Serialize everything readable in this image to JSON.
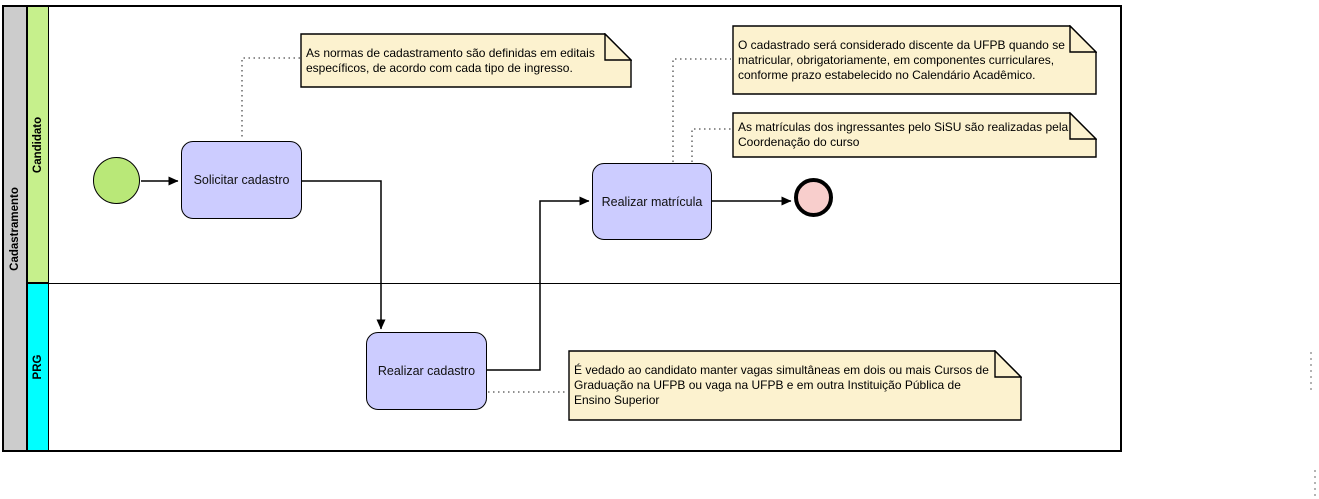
{
  "pool": {
    "label": "Cadastramento"
  },
  "lanes": [
    {
      "label": "Candidato"
    },
    {
      "label": "PRG"
    }
  ],
  "tasks": [
    {
      "label": "Solicitar cadastro"
    },
    {
      "label": "Realizar matrícula"
    },
    {
      "label": "Realizar cadastro"
    }
  ],
  "notes": [
    {
      "text": "As normas de cadastramento são definidas em editais específicos, de acordo com cada tipo de ingresso."
    },
    {
      "text": "O cadastrado será considerado discente da UFPB quando se matricular, obrigatoriamente, em componentes curriculares, conforme prazo estabelecido no Calendário Acadêmico."
    },
    {
      "text": "As matrículas dos ingressantes pelo SiSU são realizadas pela Coordenação do curso"
    },
    {
      "text": "É vedado ao candidato manter vagas simultâneas em dois ou mais Cursos de Graduação na UFPB ou vaga na UFPB e em outra Instituição Pública de Ensino Superior"
    }
  ],
  "colors": {
    "task_fill": "#ccccff",
    "note_fill": "#fcf2cf",
    "start_event_fill": "#b9e878",
    "end_event_fill": "#f8cecc",
    "pool_header_fill": "#cccccc",
    "lane_candidato_fill": "#c6f08c",
    "lane_prg_fill": "#00ffff",
    "line_color": "#000000"
  }
}
